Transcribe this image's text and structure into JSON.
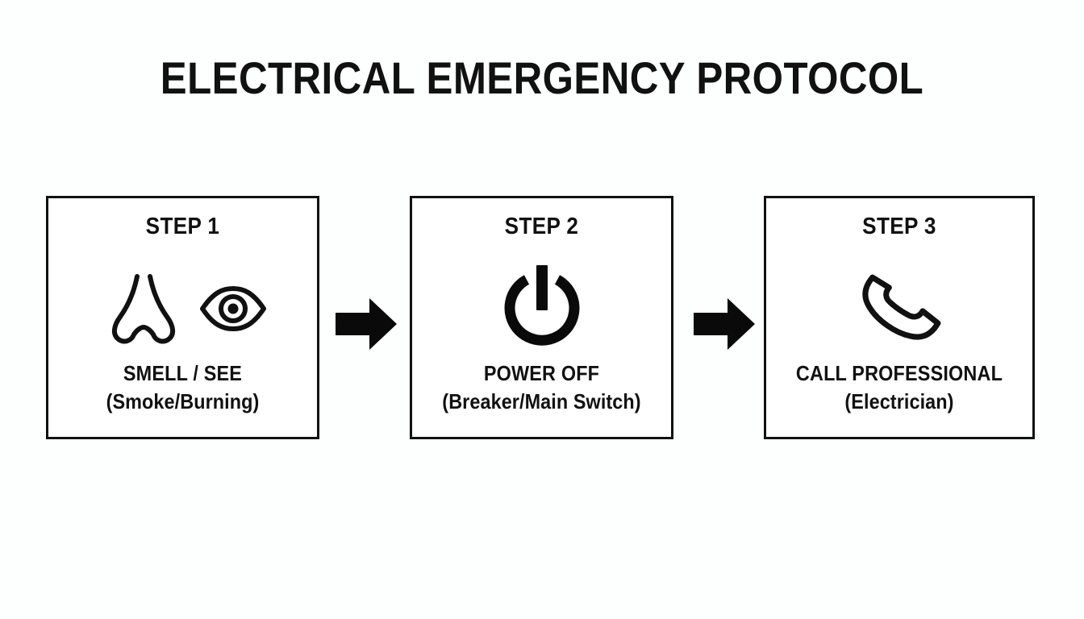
{
  "page": {
    "title": "ELECTRICAL EMERGENCY PROTOCOL",
    "background_color": "#fdfefe",
    "ink_color": "#111111"
  },
  "flow": {
    "steps": [
      {
        "step_label": "STEP 1",
        "icons": [
          "nose-icon",
          "eye-icon"
        ],
        "caption_primary": "SMELL / SEE",
        "caption_secondary": "(Smoke/Burning)"
      },
      {
        "step_label": "STEP 2",
        "icons": [
          "power-icon"
        ],
        "caption_primary": "POWER OFF",
        "caption_secondary": "(Breaker/Main Switch)"
      },
      {
        "step_label": "STEP 3",
        "icons": [
          "phone-handset-icon"
        ],
        "caption_primary": "CALL PROFESSIONAL",
        "caption_secondary": "(Electrician)"
      }
    ],
    "connectors": [
      {
        "icon": "arrow-right-icon"
      },
      {
        "icon": "arrow-right-icon"
      }
    ]
  }
}
